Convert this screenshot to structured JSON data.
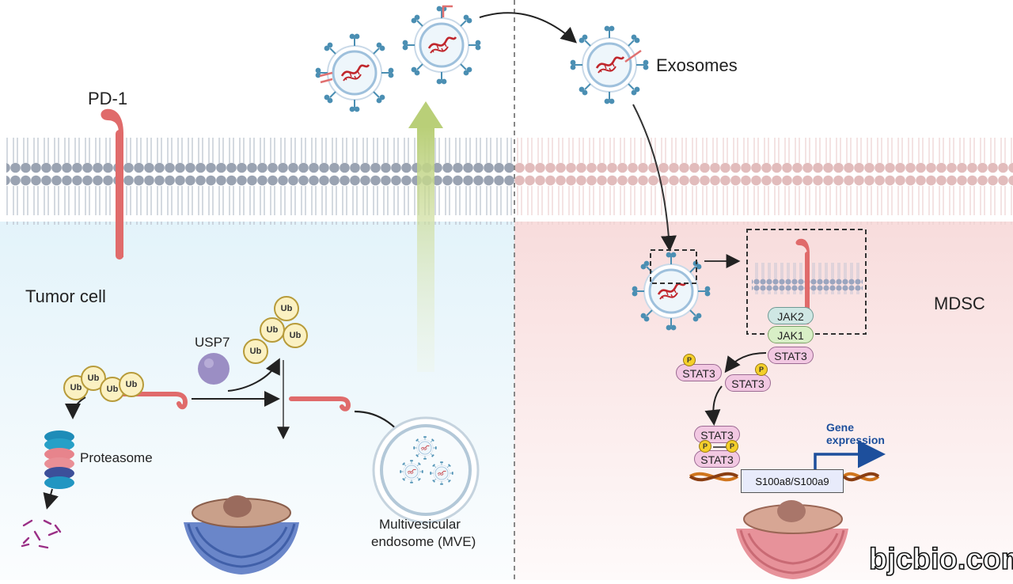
{
  "colors": {
    "tumor_bg_top": "#eaf6fb",
    "mdsc_bg_top": "#fbeaea",
    "membrane_left": "#9aa3b2",
    "membrane_right": "#e0b8b8",
    "pd1": "#e06b6b",
    "rna": "#c0262c",
    "arrow_green": "#c7d88f",
    "er_blue": "#6a86c9",
    "er_pink": "#e7929a",
    "gene_arrow": "#1d4f9c"
  },
  "labels": {
    "pd1": "PD-1",
    "tumor_cell": "Tumor cell",
    "usp7": "USP7",
    "proteasome": "Proteasome",
    "mve_line1": "Multivesicular",
    "mve_line2": "endosome (MVE)",
    "exosomes": "Exosomes",
    "mdsc": "MDSC",
    "jak2": "JAK2",
    "jak1": "JAK1",
    "stat3": "STAT3",
    "p": "P",
    "ub": "Ub",
    "gene_line1": "Gene",
    "gene_line2": "expression",
    "gene_box": "S100a8/S100a9",
    "watermark": "bjcbio.com"
  },
  "icons": [
    "exosome-icon",
    "rna-strand-icon",
    "pd1-receptor-icon",
    "proteasome-icon",
    "nucleus-icon",
    "dna-helix-icon",
    "usp7-sphere-icon"
  ]
}
